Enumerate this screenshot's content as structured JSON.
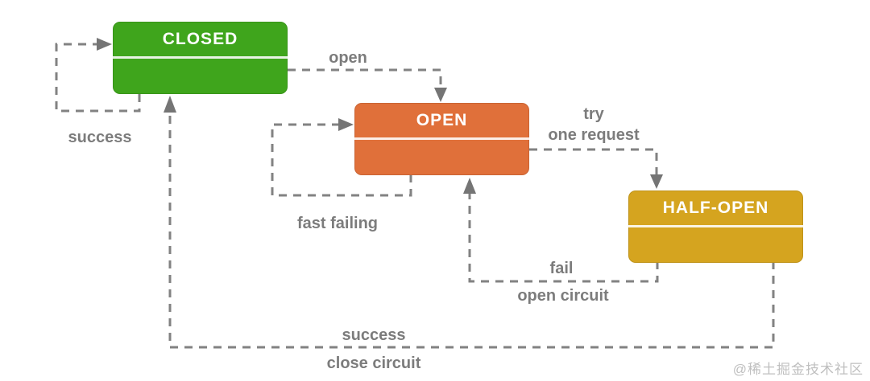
{
  "diagram": {
    "type": "state-diagram",
    "subject": "circuit-breaker-pattern",
    "states": [
      {
        "id": "closed",
        "label": "CLOSED",
        "color": "#3FA51C"
      },
      {
        "id": "open",
        "label": "OPEN",
        "color": "#E0703A"
      },
      {
        "id": "half_open",
        "label": "HALF-OPEN",
        "color": "#D5A41F"
      }
    ],
    "transitions": [
      {
        "from": "closed",
        "to": "closed",
        "label": "success"
      },
      {
        "from": "closed",
        "to": "open",
        "label": "open"
      },
      {
        "from": "open",
        "to": "open",
        "label": "fast failing"
      },
      {
        "from": "open",
        "to": "half_open",
        "label": "try one request"
      },
      {
        "from": "half_open",
        "to": "open",
        "label": "fail open circuit"
      },
      {
        "from": "half_open",
        "to": "closed",
        "label": "success close circuit"
      }
    ],
    "labels": {
      "closed_self_loop": "success",
      "closed_to_open": "open",
      "open_self_loop": "fast failing",
      "open_to_half_line1": "try",
      "open_to_half_line2": "one request",
      "half_to_open_line1": "fail",
      "half_to_open_line2": "open circuit",
      "half_to_closed_line1": "success",
      "half_to_closed_line2": "close circuit"
    },
    "colors": {
      "closed_state": "#3FA51C",
      "open_state": "#E0703A",
      "half_open_state": "#D5A41F",
      "edge_line": "#828282",
      "edge_label_text": "#7C7C7C",
      "state_label_text": "#FFFFFF",
      "background": "#FFFFFF",
      "watermark_text": "#BFBFBF"
    }
  },
  "watermark": {
    "text": "@稀土掘金技术社区"
  }
}
